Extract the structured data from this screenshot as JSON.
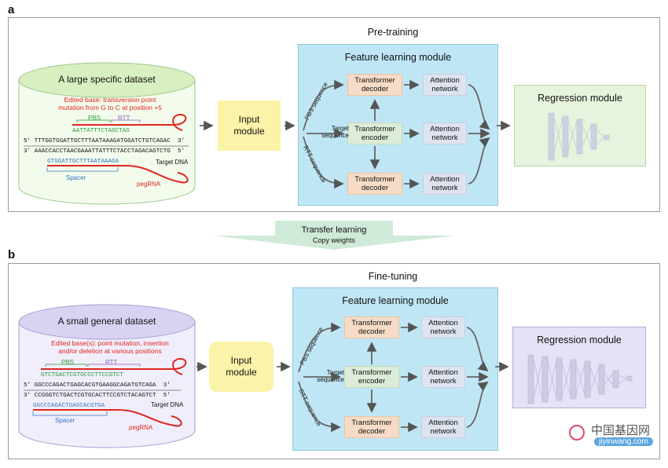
{
  "panels": {
    "a": {
      "letter": "a",
      "stage_title": "Pre-training",
      "dataset_title": "A large specific dataset",
      "edit_note_1": "Edited base: transversion point",
      "edit_note_2": "mutation from G to C at position +5",
      "pbs_label": "PBS",
      "rtt_label": "RTT",
      "pegrna_seq": "AATTATTTCTAGCTAG",
      "top_strand": "5' TTTGGTGGATTGCTTTAATAAAGATGGATCTGTCAGAC  3'",
      "bottom_strand": "3' AAACCACCTAACGAAATTATTTCTACCTAGACAGTCTG  5'",
      "spacer_seq": "GTGGATTGCTTTAATAAAGA",
      "target_dna": "Target DNA",
      "spacer_label": "Spacer",
      "pegrna_label": "pegRNA",
      "input_module": "Input module",
      "feature_title": "Feature learning module",
      "pbs_sequence": "PBS sequence",
      "target_sequence": "Target sequence",
      "rtt_sequence": "RTT sequence",
      "transformer_decoder": "Transformer decoder",
      "transformer_encoder": "Transformer encoder",
      "attention_network": "Attention network",
      "regression_title": "Regression module"
    },
    "b": {
      "letter": "b",
      "stage_title": "Fine-tuning",
      "dataset_title": "A small general dataset",
      "edit_note_1": "Edited base(s): point mutation, insertion",
      "edit_note_2": "and/or deletion at various positions",
      "pbs_label": "PBS",
      "rtt_label": "RTT",
      "pegrna_seq": "GTCTGACTCGTGCCCTTCCGTCT",
      "top_strand": "5' GGCCCAGACTGAGCACGTGAAGGCAGATGTCAGA  3'",
      "bottom_strand": "3' CCGGGTCTGACTCGTGCACTTCCGTCTACAGTCT  5'",
      "spacer_seq": "GGCCCAGACTGAGCACGTGA",
      "target_dna": "Target DNA",
      "spacer_label": "Spacer",
      "pegrna_label": "pegRNA",
      "input_module": "Input module",
      "feature_title": "Feature learning module",
      "pbs_sequence": "PBS sequence",
      "target_sequence": "Target sequence",
      "rtt_sequence": "RTT sequence",
      "transformer_decoder": "Transformer decoder",
      "transformer_encoder": "Transformer encoder",
      "attention_network": "Attention network",
      "regression_title": "Regression module"
    }
  },
  "transfer": {
    "title": "Transfer learning",
    "subtitle": "Copy weights"
  },
  "watermark": {
    "cn": "中国基因网",
    "url": "jiyinwang.com"
  },
  "colors": {
    "dataset_a": "#d8efc2",
    "dataset_b": "#d9d3f2",
    "feature_bg": "#bfe6f5",
    "input_bg": "#fbf3a8",
    "regression_a": "#e6f3dd",
    "regression_b": "#e4e2f4",
    "transfer_arrow": "#cfead8",
    "edit_red": "#e0261f"
  }
}
